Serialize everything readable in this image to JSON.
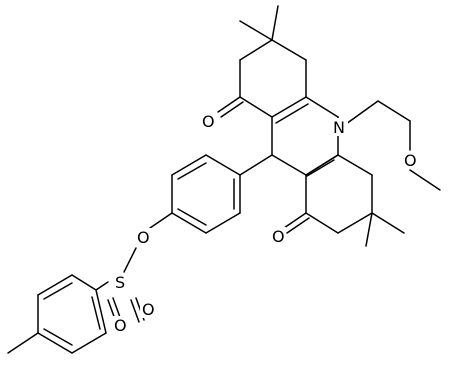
{
  "diagram": {
    "type": "chemical-structure",
    "atoms": [
      {
        "id": "O_ketone_top",
        "label": "O"
      },
      {
        "id": "N_ring",
        "label": "N"
      },
      {
        "id": "O_methoxy",
        "label": "O"
      },
      {
        "id": "O_ketone_bottom",
        "label": "O"
      },
      {
        "id": "O_ester",
        "label": "O"
      },
      {
        "id": "S_sulfonyl",
        "label": "S"
      },
      {
        "id": "O_sulfonyl_1",
        "label": "O"
      },
      {
        "id": "O_sulfonyl_2",
        "label": "O"
      }
    ]
  }
}
